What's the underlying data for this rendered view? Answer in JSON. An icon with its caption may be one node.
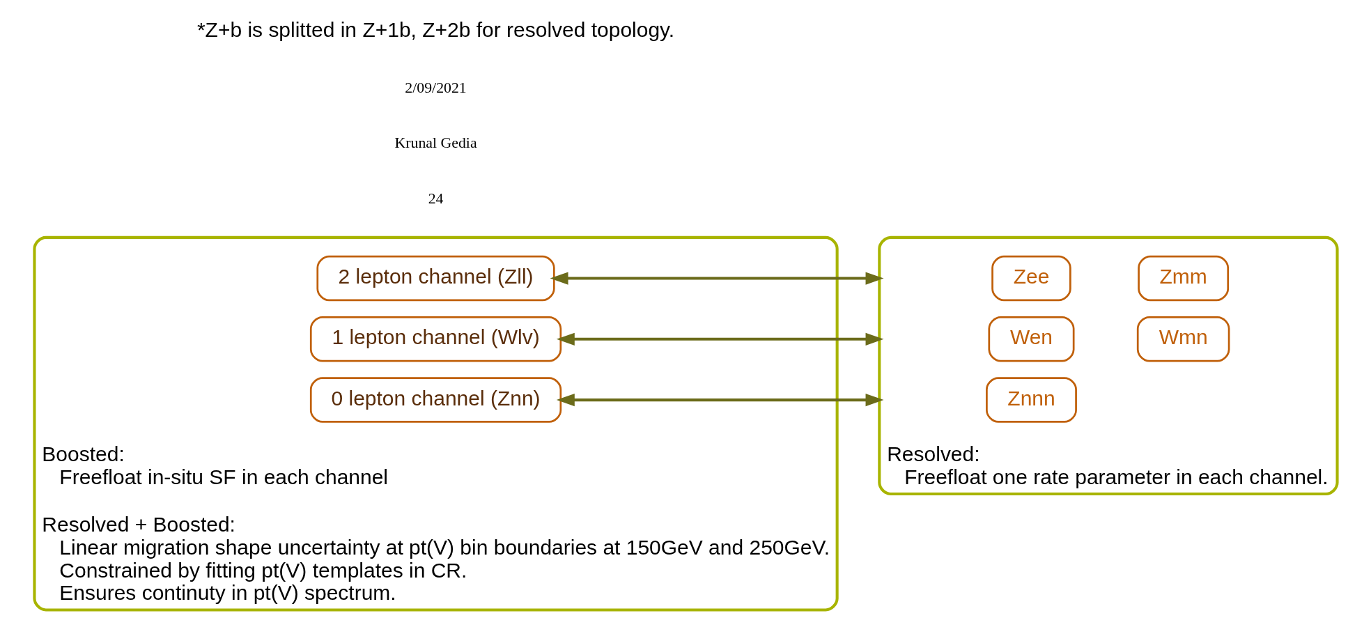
{
  "diagram": {
    "nodes": [
      {
        "text": [
          "Boosted:",
          "Freefloat in-situ SF in each channel",
          "Resolved + Boosted:",
          "Linear migration shape uncertainty at pt(V) bin boundaries at 150GeV and 250GeV.",
          "Constrained by fitting pt(V) templates in CR.",
          "Ensures continuty in pt(V) spectrum."
        ]
      },
      {
        "text": [
          "2 lepton channel (Zll)"
        ],
        "in": 0
      },
      {
        "text": [
          "1 lepton channel (Wlv)"
        ],
        "in": 0
      },
      {
        "text": [
          "0 lepton channel (Znn)"
        ],
        "in": 0
      },
      {
        "text": [
          "Resolved:",
          "Freefloat one rate parameter in each channel."
        ]
      },
      {
        "text": [
          "Zee"
        ],
        "in": 4
      },
      {
        "text": [
          "Zmm"
        ],
        "in": 4
      },
      {
        "text": [
          "Wen"
        ],
        "in": 4
      },
      {
        "text": [
          "Wmn"
        ],
        "in": 4
      },
      {
        "text": [
          "Znnn"
        ],
        "in": 4
      }
    ],
    "edges": [
      {
        "from": 1,
        "to": 4,
        "arrow": "both"
      },
      {
        "from": 2,
        "to": 4,
        "arrow": "both"
      },
      {
        "from": 3,
        "to": 4,
        "arrow": "both"
      }
    ],
    "labels": [
      "*Z+b is splitted in Z+1b, Z+2b for resolved topology.",
      "2/09/2021",
      "Krunal Gedia",
      "24"
    ]
  }
}
